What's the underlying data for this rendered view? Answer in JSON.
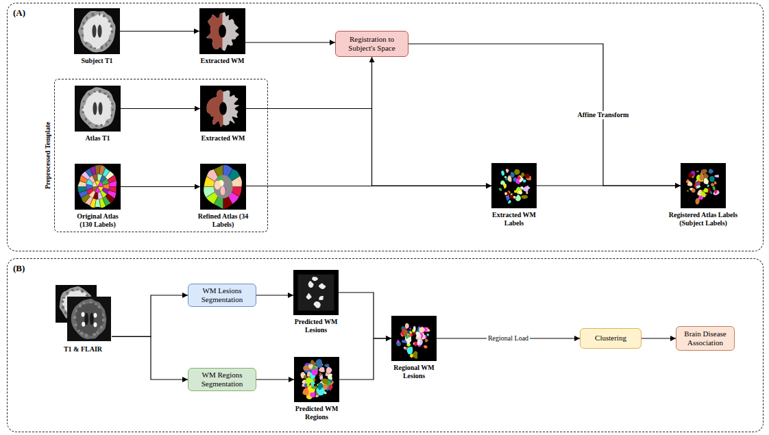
{
  "diagram": {
    "nodes": [
      {
        "text": [
          "(A)"
        ]
      },
      {
        "text": [
          "Subject T1"
        ],
        "in": 0
      },
      {
        "text": [
          "Extracted WM"
        ],
        "in": 0
      },
      {
        "text": [
          "Registration to Subject's Space"
        ],
        "in": 0
      },
      {
        "text": [
          "Preprocessed Template"
        ],
        "in": 0
      },
      {
        "text": [
          "Atlas T1"
        ],
        "in": 4
      },
      {
        "text": [
          "Extracted WM"
        ],
        "in": 4
      },
      {
        "text": [
          "Original Atlas (130 Labels)"
        ],
        "in": 4
      },
      {
        "text": [
          "Refined Atlas (34 Labels)"
        ],
        "in": 4
      },
      {
        "text": [
          "Extracted WM Labels"
        ],
        "in": 0
      },
      {
        "text": [
          "Registered Atlas Labels (Subject Labels)"
        ],
        "in": 0
      },
      {
        "text": [
          "(B)"
        ]
      },
      {
        "text": [
          "T1 & FLAIR"
        ],
        "in": 11
      },
      {
        "text": [
          "WM Lesions Segmentation"
        ],
        "in": 11
      },
      {
        "text": [
          "WM Regions Segmentation"
        ],
        "in": 11
      },
      {
        "text": [
          "Predicted WM Lesions"
        ],
        "in": 11
      },
      {
        "text": [
          "Predicted WM Regions"
        ],
        "in": 11
      },
      {
        "text": [
          "Regional WM Lesions"
        ],
        "in": 11
      },
      {
        "text": [
          "Clustering"
        ],
        "in": 11
      },
      {
        "text": [
          "Brain Disease Association"
        ],
        "in": 11
      }
    ],
    "edges": [
      {
        "from": 1,
        "to": 2,
        "arrow": "to"
      },
      {
        "from": 2,
        "to": 3,
        "arrow": "to"
      },
      {
        "from": 5,
        "to": 6,
        "arrow": "to"
      },
      {
        "from": 6,
        "to": 3,
        "arrow": "to"
      },
      {
        "from": 6,
        "to": 9,
        "arrow": "to"
      },
      {
        "from": 7,
        "to": 8,
        "arrow": "to"
      },
      {
        "from": 8,
        "to": 9,
        "arrow": "to"
      },
      {
        "from": 9,
        "to": 10,
        "arrow": "to"
      },
      {
        "from": 3,
        "to": 10,
        "label": "Affine Transform",
        "arrow": "to"
      },
      {
        "from": 12,
        "to": 13,
        "arrow": "to"
      },
      {
        "from": 12,
        "to": 14,
        "arrow": "to"
      },
      {
        "from": 13,
        "to": 15,
        "arrow": "to"
      },
      {
        "from": 14,
        "to": 16,
        "arrow": "to"
      },
      {
        "from": 15,
        "to": 17,
        "arrow": "to"
      },
      {
        "from": 16,
        "to": 17,
        "arrow": "to"
      },
      {
        "from": 17,
        "to": 18,
        "label": "Regional Load",
        "arrow": "to"
      },
      {
        "from": 18,
        "to": 19,
        "arrow": "to"
      }
    ]
  }
}
